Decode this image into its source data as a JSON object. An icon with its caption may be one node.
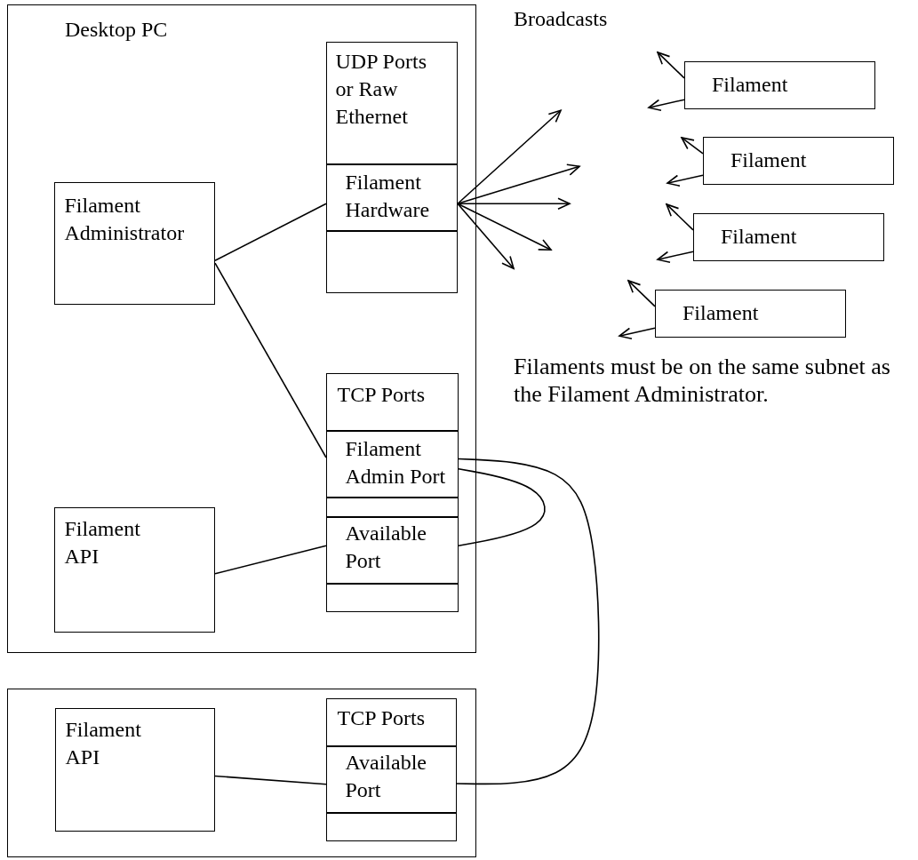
{
  "diagram": {
    "nodes": [
      {
        "text": [
          "Desktop PC"
        ]
      },
      {
        "text": [
          "Filament Administrator"
        ],
        "in": 0
      },
      {
        "text": [
          "UDP Ports or Raw Ethernet"
        ],
        "in": 0
      },
      {
        "text": [
          "Filament Hardware"
        ],
        "in": 0
      },
      {
        "text": [],
        "shape": "box",
        "in": 0
      },
      {
        "text": [
          "TCP Ports"
        ],
        "in": 0
      },
      {
        "text": [
          "Filament Admin Port"
        ],
        "in": 0
      },
      {
        "text": [],
        "shape": "box",
        "in": 0
      },
      {
        "text": [
          "Available Port"
        ],
        "in": 0
      },
      {
        "text": [],
        "shape": "box",
        "in": 0
      },
      {
        "text": [
          "Filament API"
        ],
        "in": 0
      },
      {
        "text": [],
        "shape": "box"
      },
      {
        "text": [
          "Filament API"
        ],
        "in": 11
      },
      {
        "text": [
          "TCP Ports"
        ],
        "in": 11
      },
      {
        "text": [
          "Available Port"
        ],
        "in": 11
      },
      {
        "text": [],
        "shape": "box",
        "in": 11
      },
      {
        "text": [
          "Filament"
        ]
      },
      {
        "text": [
          "Filament"
        ]
      },
      {
        "text": [
          "Filament"
        ]
      },
      {
        "text": [
          "Filament"
        ]
      }
    ],
    "edges": [
      {
        "from": 1,
        "to": 3,
        "arrow": "none"
      },
      {
        "from": 1,
        "to": 6,
        "arrow": "none"
      },
      {
        "from": 10,
        "to": 8,
        "arrow": "none"
      },
      {
        "from": 6,
        "to": 8,
        "arrow": "none"
      },
      {
        "from": 6,
        "to": 14,
        "arrow": "none"
      },
      {
        "from": 12,
        "to": 14,
        "arrow": "none"
      },
      {
        "from": 3,
        "to": null,
        "arrow": "to"
      },
      {
        "from": 3,
        "to": null,
        "arrow": "to"
      },
      {
        "from": 3,
        "to": null,
        "arrow": "to"
      },
      {
        "from": 3,
        "to": null,
        "arrow": "to"
      },
      {
        "from": 3,
        "to": null,
        "arrow": "to"
      },
      {
        "from": 16,
        "to": null,
        "arrow": "to"
      },
      {
        "from": 16,
        "to": null,
        "arrow": "to"
      },
      {
        "from": 17,
        "to": null,
        "arrow": "to"
      },
      {
        "from": 17,
        "to": null,
        "arrow": "to"
      },
      {
        "from": 18,
        "to": null,
        "arrow": "to"
      },
      {
        "from": 18,
        "to": null,
        "arrow": "to"
      },
      {
        "from": 19,
        "to": null,
        "arrow": "to"
      },
      {
        "from": 19,
        "to": null,
        "arrow": "to"
      }
    ],
    "labels": [
      "Broadcasts",
      "Filaments must be on the same subnet as the Filament Administrator."
    ]
  }
}
